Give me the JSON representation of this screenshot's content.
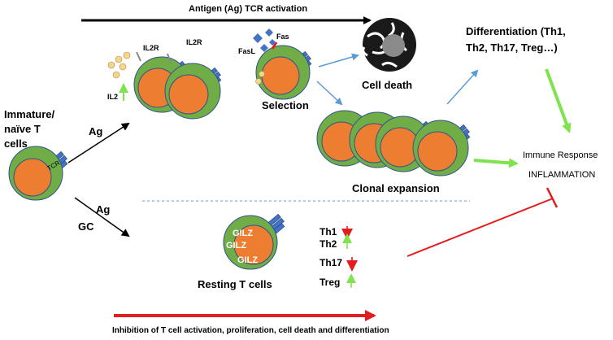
{
  "colors": {
    "cell_outer": "#70ad47",
    "cell_inner": "#ed7d31",
    "cell_stroke": "#2f528f",
    "tcr": "#4472c4",
    "arrow_black": "#000000",
    "arrow_blue": "#5b9bd5",
    "arrow_green": "#7fe34f",
    "arrow_red": "#e31d1d",
    "cytokine": "#f4d58d"
  },
  "labels": {
    "top_arrow": "Antigen (Ag) TCR activation",
    "naive_line1": "Immature/",
    "naive_line2": "naïve T",
    "naive_line3": "cells",
    "tcr": "TCR",
    "ag_upper": "Ag",
    "ag_lower": "Ag",
    "gc": "GC",
    "il2r_left": "IL2R",
    "il2r_right": "IL2R",
    "il2": "IL2",
    "fasl": "FasL",
    "fas": "Fas",
    "selection": "Selection",
    "cell_death": "Cell death",
    "clonal_expansion": "Clonal expansion",
    "diff_line1": "Differentiation (Th1,",
    "diff_line2": "Th2, Th17, Treg…)",
    "immune_response": "Immune Response",
    "inflammation": "INFLAMMATION",
    "gilz_1": "GILZ",
    "gilz_2": "GILZ",
    "gilz_3": "GILZ",
    "resting": "Resting T cells",
    "th1": "Th1",
    "th2": "Th2",
    "th17": "Th17",
    "treg": "Treg",
    "bottom_arrow": "Inhibition of T cell activation, proliferation, cell death and differentiation"
  }
}
